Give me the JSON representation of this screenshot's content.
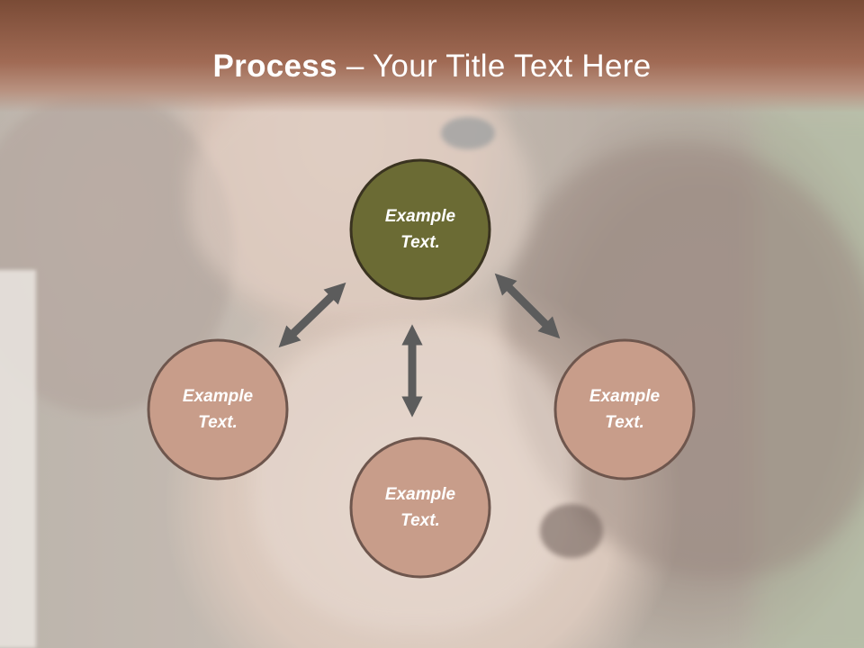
{
  "slide": {
    "title_bold": "Process",
    "title_rest": " – Your Title Text Here"
  },
  "nodes": [
    {
      "id": "top",
      "line1": "Example",
      "line2": "Text.",
      "fill": "#6b6b34"
    },
    {
      "id": "left",
      "line1": "Example",
      "line2": "Text.",
      "fill": "#c89d8a"
    },
    {
      "id": "bottom",
      "line1": "Example",
      "line2": "Text.",
      "fill": "#c89d8a"
    },
    {
      "id": "right",
      "line1": "Example",
      "line2": "Text.",
      "fill": "#c89d8a"
    }
  ],
  "colors": {
    "title_bar": "#8a5a44",
    "node_border": "#6e564d",
    "arrow": "#5c5c5c",
    "text": "#ffffff"
  }
}
